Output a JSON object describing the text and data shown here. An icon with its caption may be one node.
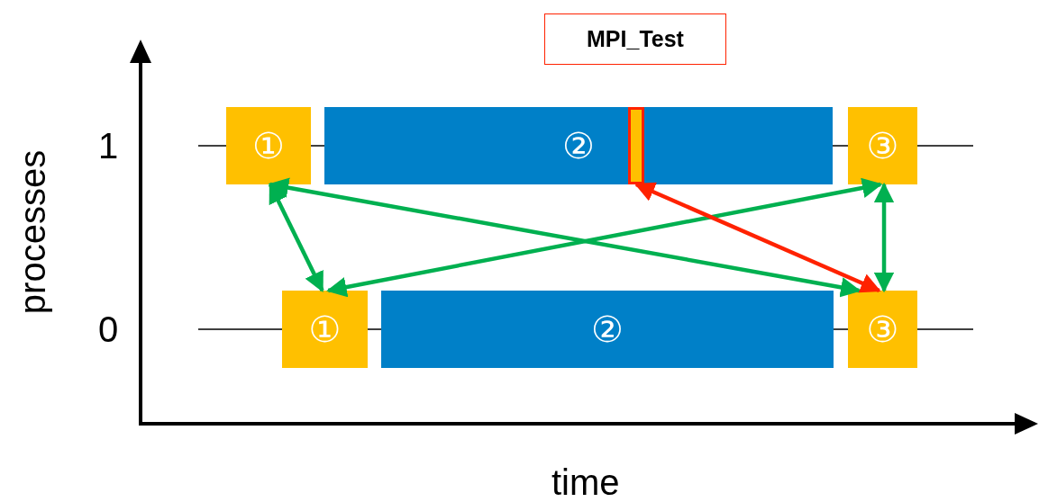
{
  "diagram": {
    "nodes": [
      {
        "text": [
          "①"
        ]
      },
      {
        "text": [
          "②"
        ]
      },
      {
        "text": [],
        "shape": "box",
        "in": 1
      },
      {
        "text": [
          "③"
        ]
      },
      {
        "text": [
          "①"
        ]
      },
      {
        "text": [
          "②"
        ]
      },
      {
        "text": [
          "③"
        ]
      },
      {
        "text": [
          "MPI_Test"
        ]
      }
    ],
    "edges": [
      {
        "from": 0,
        "to": 4,
        "arrow": "both"
      },
      {
        "from": 0,
        "to": 6,
        "arrow": "both"
      },
      {
        "from": 4,
        "to": 3,
        "arrow": "both"
      },
      {
        "from": 3,
        "to": 6,
        "arrow": "both"
      },
      {
        "from": 2,
        "to": 6,
        "arrow": "both",
        "color": "#ff2200"
      }
    ],
    "labels": [
      "1",
      "0",
      "processes",
      "time"
    ]
  }
}
